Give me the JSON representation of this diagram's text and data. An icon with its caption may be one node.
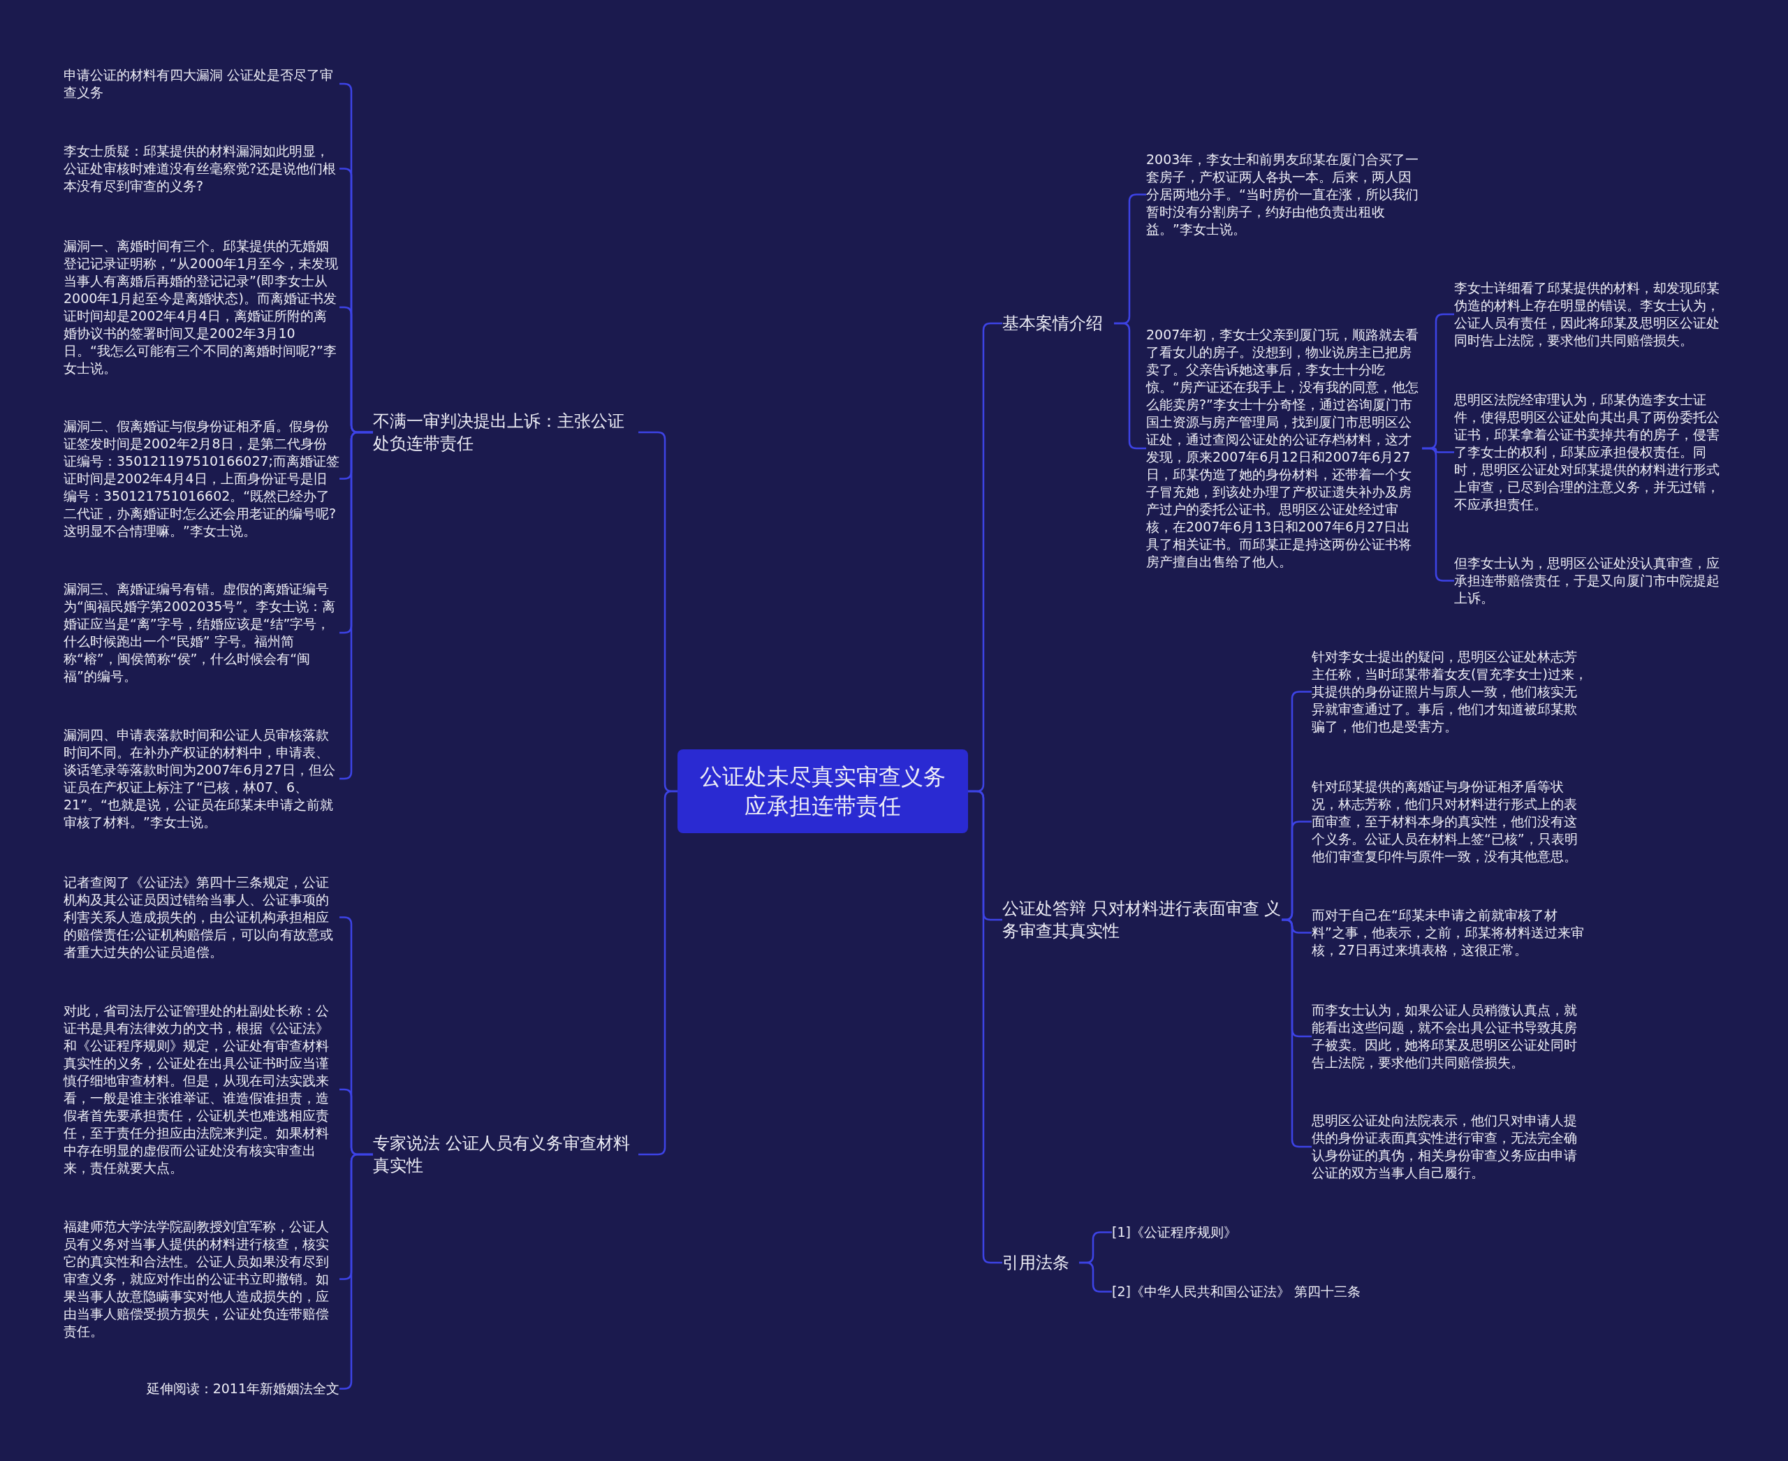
{
  "diagram": {
    "nodes": [
      {
        "text": [
          "公证处未尽真实审查义务应承担连带责任"
        ]
      },
      {
        "text": [
          "不满一审判决提出上诉：主张公证处负连带责任"
        ]
      },
      {
        "text": [
          "申请公证的材料有四大漏洞 公证处是否尽了审查义务"
        ]
      },
      {
        "text": [
          "李女士质疑：邱某提供的材料漏洞如此明显，公证处审核时难道没有丝毫察觉?还是说他们根本没有尽到审查的义务?"
        ]
      },
      {
        "text": [
          "漏洞一、离婚时间有三个。邱某提供的无婚姻登记记录证明称，“从2000年1月至今，未发现当事人有离婚后再婚的登记记录”(即李女士从2000年1月起至今是离婚状态)。而离婚证书发证时间却是2002年4月4日，离婚证所附的离婚协议书的签署时间又是2002年3月10日。“我怎么可能有三个不同的离婚时间呢?”李女士说。"
        ]
      },
      {
        "text": [
          "漏洞二、假离婚证与假身份证相矛盾。假身份证签发时间是2002年2月8日，是第二代身份证编号：350121197510166027;而离婚证签证时间是2002年4月4日，上面身份证号是旧编号：350121751016602。“既然已经办了二代证，办离婚证时怎么还会用老证的编号呢?这明显不合情理嘛。”李女士说。"
        ]
      },
      {
        "text": [
          "漏洞三、离婚证编号有错。虚假的离婚证编号为“闽福民婚字第2002035号”。李女士说：离婚证应当是“离”字号，结婚应该是“结”字号，什么时候跑出一个“民婚” 字号。福州简称“榕”，闽侯简称“侯”，什么时候会有“闽福”的编号。"
        ]
      },
      {
        "text": [
          "漏洞四、申请表落款时间和公证人员审核落款时间不同。在补办产权证的材料中，申请表、谈话笔录等落款时间为2007年6月27日，但公证员在产权证上标注了“已核，林07、6、21”。“也就是说，公证员在邱某未申请之前就审核了材料。”李女士说。"
        ]
      },
      {
        "text": [
          "专家说法 公证人员有义务审查材料真实性"
        ]
      },
      {
        "text": [
          "记者查阅了《公证法》第四十三条规定，公证机构及其公证员因过错给当事人、公证事项的利害关系人造成损失的，由公证机构承担相应的赔偿责任;公证机构赔偿后，可以向有故意或者重大过失的公证员追偿。"
        ]
      },
      {
        "text": [
          "对此，省司法厅公证管理处的杜副处长称：公证书是具有法律效力的文书，根据《公证法》和《公证程序规则》规定，公证处有审查材料真实性的义务，公证处在出具公证书时应当谨慎仔细地审查材料。但是，从现在司法实践来看，一般是谁主张谁举证、谁造假谁担责，造假者首先要承担责任，公证机关也难逃相应责任，至于责任分担应由法院来判定。如果材料中存在明显的虚假而公证处没有核实审查出来，责任就要大点。"
        ]
      },
      {
        "text": [
          "福建师范大学法学院副教授刘宜军称，公证人员有义务对当事人提供的材料进行核查，核实它的真实性和合法性。公证人员如果没有尽到审查义务，就应对作出的公证书立即撤销。如果当事人故意隐瞒事实对他人造成损失的，应由当事人赔偿受损方损失，公证处负连带赔偿责任。"
        ]
      },
      {
        "text": [
          "延伸阅读：2011年新婚姻法全文"
        ]
      },
      {
        "text": [
          "基本案情介绍"
        ]
      },
      {
        "text": [
          "2003年，李女士和前男友邱某在厦门合买了一套房子，产权证两人各执一本。后来，两人因分居两地分手。“当时房价一直在涨，所以我们暂时没有分割房子，约好由他负责出租收益。”李女士说。"
        ]
      },
      {
        "text": [
          "2007年初，李女士父亲到厦门玩，顺路就去看了看女儿的房子。没想到，物业说房主已把房卖了。父亲告诉她这事后，李女士十分吃惊。“房产证还在我手上，没有我的同意，他怎么能卖房?”李女士十分奇怪，通过咨询厦门市国土资源与房产管理局，找到厦门市思明区公证处，通过查阅公证处的公证存档材料，这才发现，原来2007年6月12日和2007年6月27日，邱某伪造了她的身份材料，还带着一个女子冒充她，到该处办理了产权证遗失补办及房产过户的委托公证书。思明区公证处经过审核，在2007年6月13日和2007年6月27日出具了相关证书。而邱某正是持这两份公证书将房产擅自出售给了他人。"
        ]
      },
      {
        "text": [
          "李女士详细看了邱某提供的材料，却发现邱某伪造的材料上存在明显的错误。李女士认为，公证人员有责任，因此将邱某及思明区公证处同时告上法院，要求他们共同赔偿损失。"
        ]
      },
      {
        "text": [
          "思明区法院经审理认为，邱某伪造李女士证件，使得思明区公证处向其出具了两份委托公证书，邱某拿着公证书卖掉共有的房子，侵害了李女士的权利，邱某应承担侵权责任。同时，思明区公证处对邱某提供的材料进行形式上审查，已尽到合理的注意义务，并无过错，不应承担责任。"
        ]
      },
      {
        "text": [
          "但李女士认为，思明区公证处没认真审查，应承担连带赔偿责任，于是又向厦门市中院提起上诉。"
        ]
      },
      {
        "text": [
          "公证处答辩 只对材料进行表面审查 义务审查其真实性"
        ]
      },
      {
        "text": [
          "针对李女士提出的疑问，思明区公证处林志芳主任称，当时邱某带着女友(冒充李女士)过来，其提供的身份证照片与原人一致，他们核实无异就审查通过了。事后，他们才知道被邱某欺骗了，他们也是受害方。"
        ]
      },
      {
        "text": [
          "针对邱某提供的离婚证与身份证相矛盾等状况，林志芳称，他们只对材料进行形式上的表面审查，至于材料本身的真实性，他们没有这个义务。公证人员在材料上签“已核”，只表明他们审查复印件与原件一致，没有其他意思。"
        ]
      },
      {
        "text": [
          "而对于自己在“邱某未申请之前就审核了材料”之事，他表示，之前，邱某将材料送过来审核，27日再过来填表格，这很正常。"
        ]
      },
      {
        "text": [
          "而李女士认为，如果公证人员稍微认真点，就能看出这些问题，就不会出具公证书导致其房子被卖。因此，她将邱某及思明区公证处同时告上法院，要求他们共同赔偿损失。"
        ]
      },
      {
        "text": [
          "思明区公证处向法院表示，他们只对申请人提供的身份证表面真实性进行审查，无法完全确认身份证的真伪，相关身份审查义务应由申请公证的双方当事人自己履行。"
        ]
      },
      {
        "text": [
          "引用法条"
        ]
      },
      {
        "text": [
          "[1]《公证程序规则》"
        ]
      },
      {
        "text": [
          "[2]《中华人民共和国公证法》 第四十三条"
        ]
      }
    ],
    "edges": [
      {
        "from": 0,
        "to": 1,
        "arrow": "none"
      },
      {
        "from": 1,
        "to": 2,
        "arrow": "none"
      },
      {
        "from": 1,
        "to": 3,
        "arrow": "none"
      },
      {
        "from": 1,
        "to": 4,
        "arrow": "none"
      },
      {
        "from": 1,
        "to": 5,
        "arrow": "none"
      },
      {
        "from": 1,
        "to": 6,
        "arrow": "none"
      },
      {
        "from": 1,
        "to": 7,
        "arrow": "none"
      },
      {
        "from": 0,
        "to": 8,
        "arrow": "none"
      },
      {
        "from": 8,
        "to": 9,
        "arrow": "none"
      },
      {
        "from": 8,
        "to": 10,
        "arrow": "none"
      },
      {
        "from": 8,
        "to": 11,
        "arrow": "none"
      },
      {
        "from": 8,
        "to": 12,
        "arrow": "none"
      },
      {
        "from": 0,
        "to": 13,
        "arrow": "none"
      },
      {
        "from": 13,
        "to": 14,
        "arrow": "none"
      },
      {
        "from": 13,
        "to": 15,
        "arrow": "none"
      },
      {
        "from": 15,
        "to": 16,
        "arrow": "none"
      },
      {
        "from": 15,
        "to": 17,
        "arrow": "none"
      },
      {
        "from": 15,
        "to": 18,
        "arrow": "none"
      },
      {
        "from": 0,
        "to": 19,
        "arrow": "none"
      },
      {
        "from": 19,
        "to": 20,
        "arrow": "none"
      },
      {
        "from": 19,
        "to": 21,
        "arrow": "none"
      },
      {
        "from": 19,
        "to": 22,
        "arrow": "none"
      },
      {
        "from": 19,
        "to": 23,
        "arrow": "none"
      },
      {
        "from": 19,
        "to": 24,
        "arrow": "none"
      },
      {
        "from": 0,
        "to": 25,
        "arrow": "none"
      },
      {
        "from": 25,
        "to": 26,
        "arrow": "none"
      },
      {
        "from": 25,
        "to": 27,
        "arrow": "none"
      }
    ]
  }
}
